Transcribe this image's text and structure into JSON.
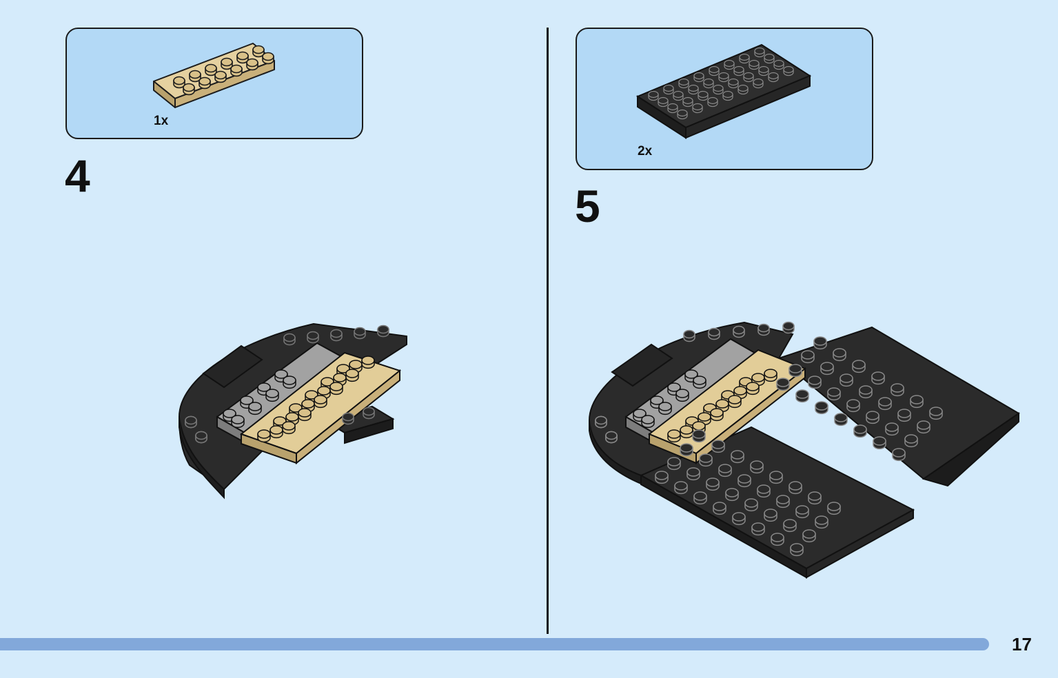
{
  "steps": [
    {
      "number": "4",
      "parts": [
        {
          "quantity": "1x",
          "part": "plate-2x6",
          "color": "#d9c189"
        }
      ]
    },
    {
      "number": "5",
      "parts": [
        {
          "quantity": "2x",
          "part": "plate-4x8",
          "color": "#2b2b2b"
        }
      ]
    }
  ],
  "page": {
    "number": "17"
  },
  "colors": {
    "background": "#d5ebfb",
    "callout_fill": "#b3d9f6",
    "tan": "#d9c189",
    "black_brick": "#2b2b2b",
    "grey_brick": "#a2a2a2",
    "bottom_bar": "#82a8da"
  }
}
